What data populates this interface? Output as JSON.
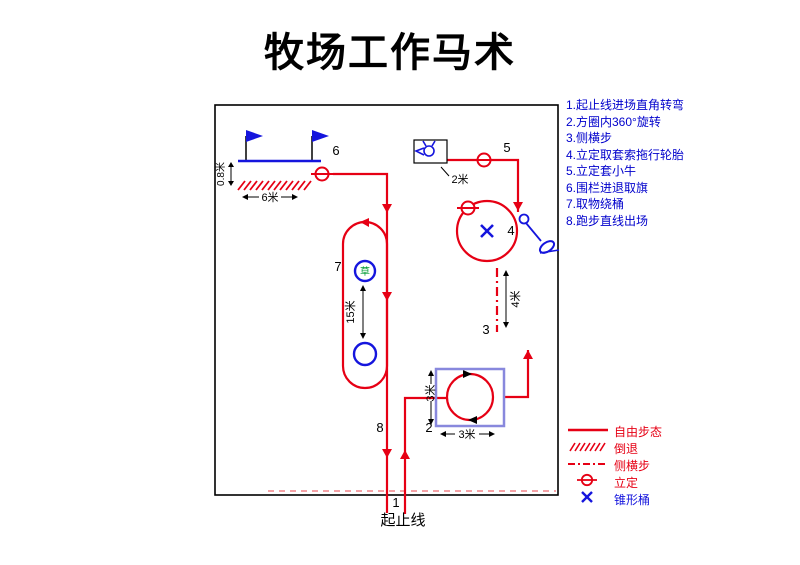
{
  "title": "牧场工作马术",
  "instructions": {
    "items": [
      "1.起止线进场直角转弯",
      "2.方圈内360°旋转",
      "3.侧横步",
      "4.立定取套索拖行轮胎",
      "5.立定套小牛",
      "6.围栏进退取旗",
      "7.取物绕桶",
      "8.跑步直线出场"
    ]
  },
  "legend": {
    "items": [
      {
        "label": "自由步态",
        "symbol": "solid-red-line"
      },
      {
        "label": "倒退",
        "symbol": "hatched-red-line"
      },
      {
        "label": "侧横步",
        "symbol": "dash-dot-red-line"
      },
      {
        "label": "立定",
        "symbol": "halt-circle"
      },
      {
        "label": "锥形桶",
        "symbol": "blue-x-cone"
      }
    ]
  },
  "course": {
    "start_line_label": "起止线",
    "numbers": {
      "s1": "1",
      "s2": "2",
      "s3": "3",
      "s4": "4",
      "s5": "5",
      "s6": "6",
      "s7": "7",
      "s8": "8"
    },
    "dims": {
      "rail_height": "0.8米",
      "back_distance": "6米",
      "calf_distance": "2米",
      "sidepass_length": "4米",
      "oval_length": "15米",
      "square_side_left": "3米",
      "square_side_bottom": "3米"
    },
    "barrel_text": "草"
  },
  "colors": {
    "path_red": "#e60014",
    "blue": "#1515dd",
    "square_blue": "#8888dd",
    "grass_green": "#009933",
    "instruction_blue": "#0000cc",
    "start_line_pink": "#ef6b72"
  }
}
